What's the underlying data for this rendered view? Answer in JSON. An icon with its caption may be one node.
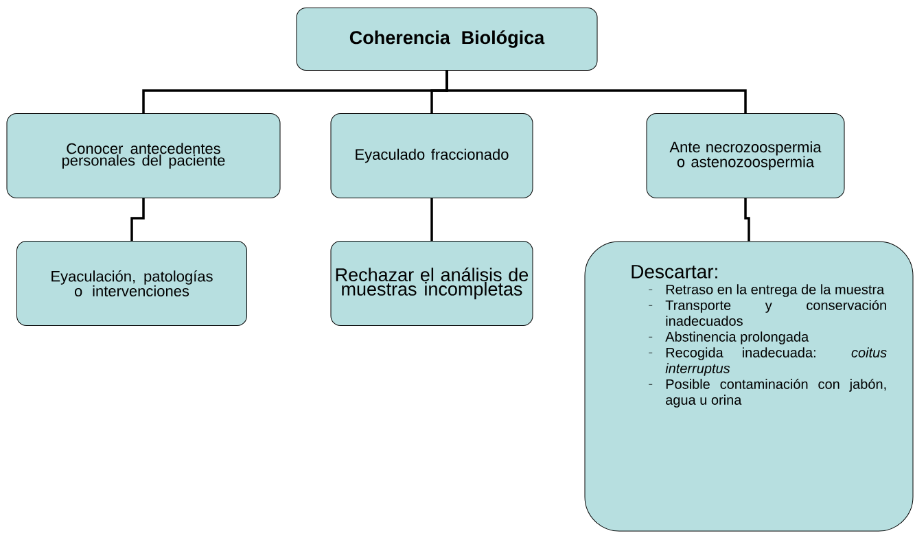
{
  "diagram": {
    "nodes": [
      {
        "text": [
          "Coherencia Biológica"
        ]
      },
      {
        "text": [
          "Conocer antecedentes personales del paciente"
        ]
      },
      {
        "text": [
          "Eyaculado fraccionado"
        ]
      },
      {
        "text": [
          "Ante necrozoospermia o astenozoospermia"
        ]
      },
      {
        "text": [
          "Eyaculación, patologías o intervenciones"
        ]
      },
      {
        "text": [
          "Rechazar el análisis de muestras incompletas"
        ]
      },
      {
        "text": [
          "Descartar:",
          "Retraso en la entrega de la muestra",
          "Transporte y conservación inadecuados",
          "Abstinencia prolongada",
          "Recogida inadecuada: *coitus interruptus*",
          "Posible contaminación con jabón, agua u orina"
        ]
      }
    ],
    "edges": [
      {
        "from": 0,
        "to": 1,
        "arrow": "none"
      },
      {
        "from": 0,
        "to": 2,
        "arrow": "none"
      },
      {
        "from": 0,
        "to": 3,
        "arrow": "none"
      },
      {
        "from": 1,
        "to": 4,
        "arrow": "none"
      },
      {
        "from": 2,
        "to": 5,
        "arrow": "none"
      },
      {
        "from": 3,
        "to": 6,
        "arrow": "none"
      }
    ]
  }
}
